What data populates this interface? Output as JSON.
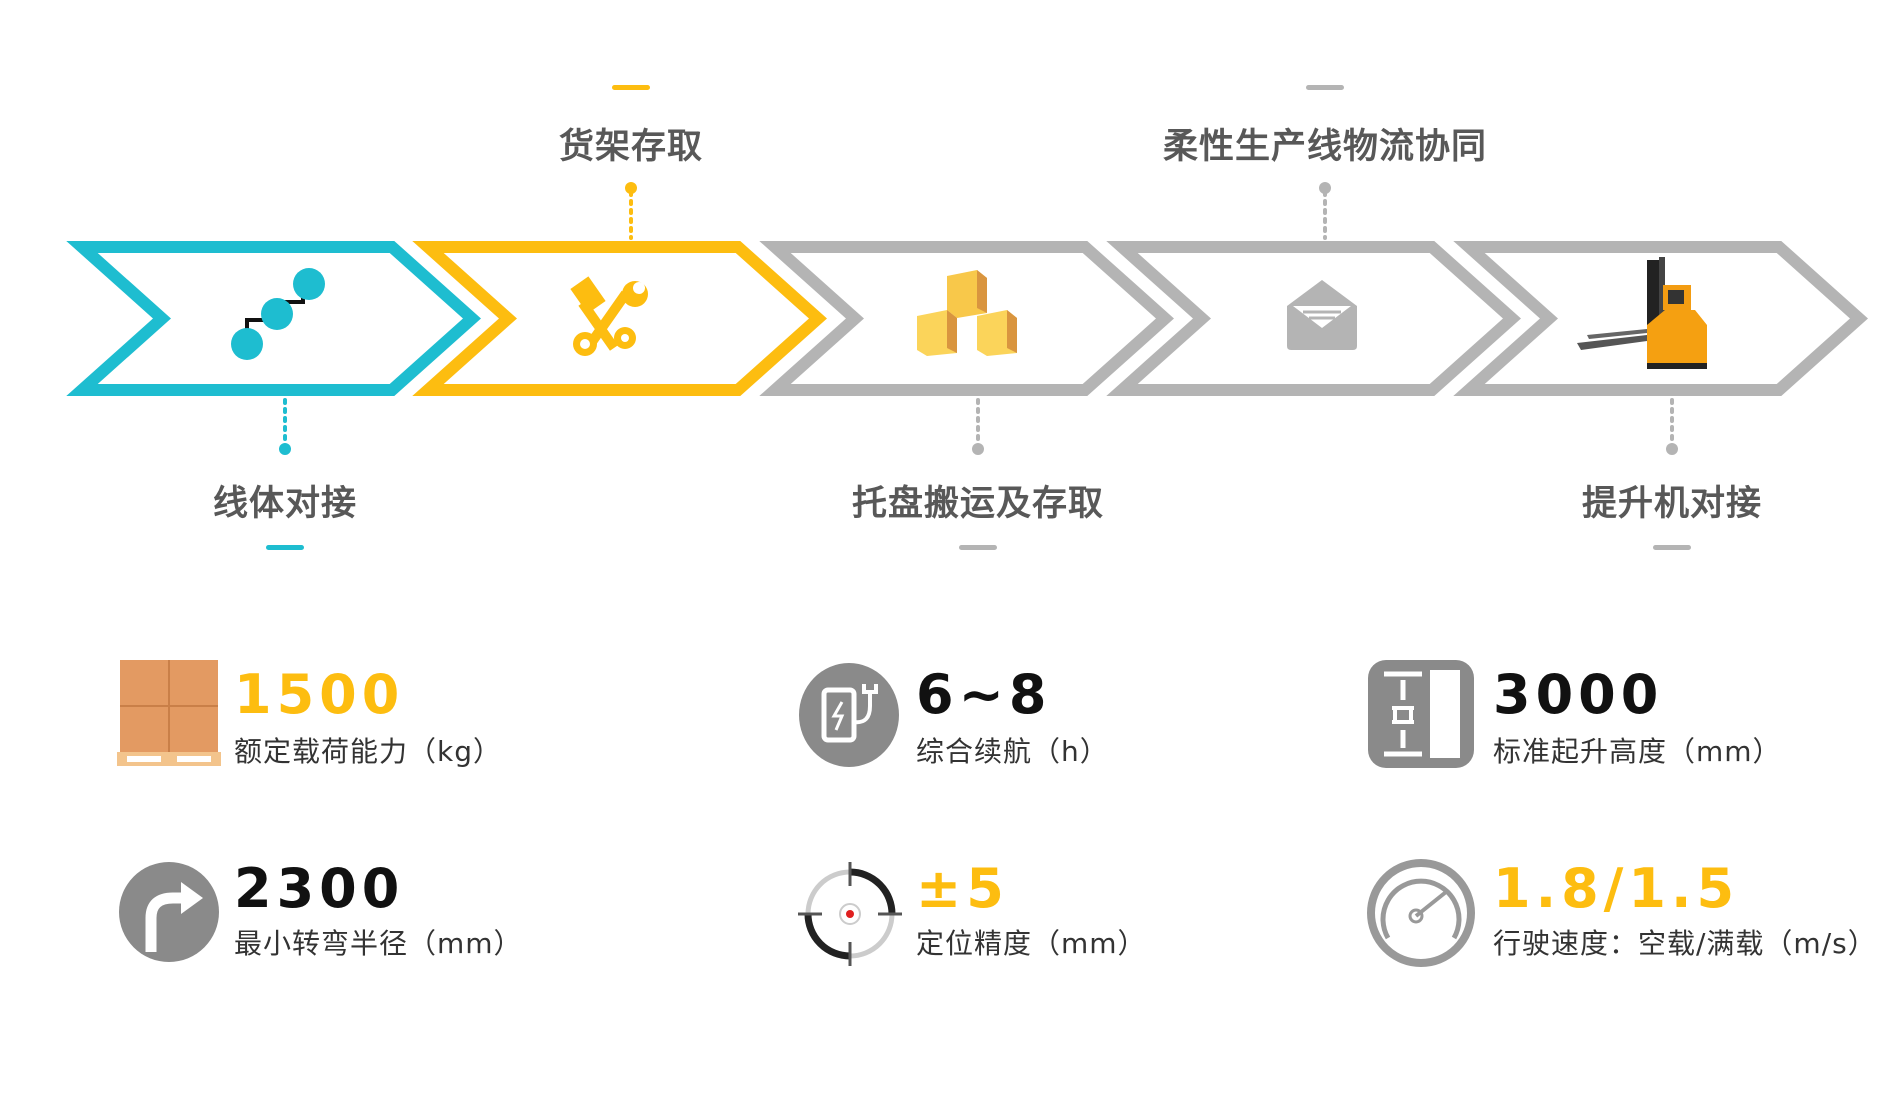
{
  "colors": {
    "cyan": "#1ebdd0",
    "yellow": "#fdbd10",
    "gray": "#b4b4b4",
    "text": "#585858"
  },
  "steps": [
    {
      "label": "线体对接",
      "position": "bottom",
      "color": "#1ebdd0",
      "icon": "connected-nodes-icon"
    },
    {
      "label": "货架存取",
      "position": "top",
      "color": "#fdbd10",
      "icon": "tools-icon"
    },
    {
      "label": "托盘搬运及存取",
      "position": "bottom",
      "color": "#b4b4b4",
      "icon": "boxes-icon"
    },
    {
      "label": "柔性生产线物流协同",
      "position": "top",
      "color": "#b4b4b4",
      "icon": "envelope-icon"
    },
    {
      "label": "提升机对接",
      "position": "bottom",
      "color": "#b4b4b4",
      "icon": "forklift-agv-icon"
    }
  ],
  "stats": [
    {
      "value": "1500",
      "label": "额定载荷能力（kg）",
      "value_color": "#fdbd10",
      "icon": "pallet-boxes-icon"
    },
    {
      "value": "6~8",
      "label": "综合续航（h）",
      "value_color": "#111111",
      "icon": "charging-station-icon"
    },
    {
      "value": "3000",
      "label": "标准起升高度（mm）",
      "value_color": "#111111",
      "icon": "lift-height-icon"
    },
    {
      "value": "2300",
      "label": "最小转弯半径（mm）",
      "value_color": "#111111",
      "icon": "turn-right-icon"
    },
    {
      "value": "±5",
      "label": "定位精度（mm）",
      "value_color": "#fdbd10",
      "icon": "target-icon"
    },
    {
      "value": "1.8/1.5",
      "label": "行驶速度：空载/满载（m/s）",
      "value_color": "#fdbd10",
      "icon": "speedometer-icon"
    }
  ]
}
